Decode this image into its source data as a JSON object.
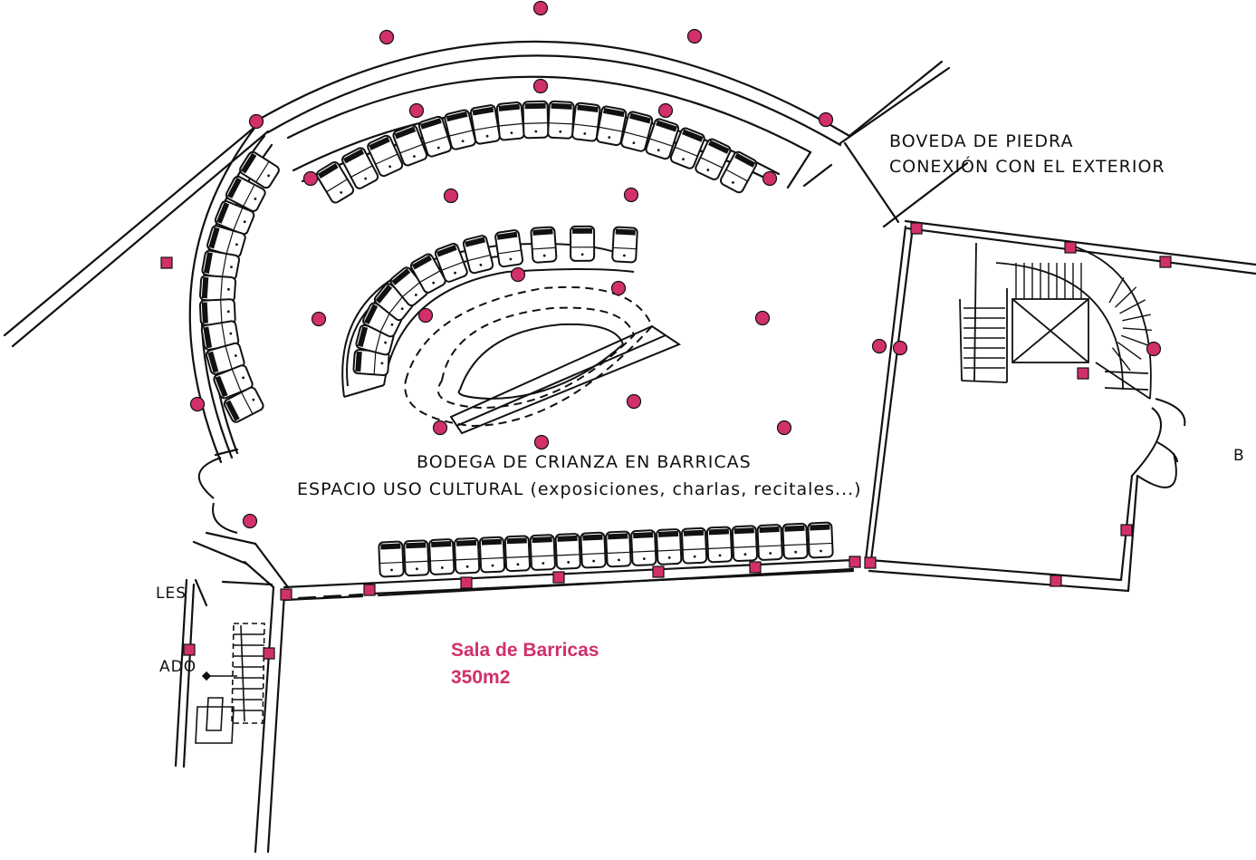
{
  "labels": {
    "boveda_line1": "BOVEDA DE PIEDRA",
    "boveda_line2": "CONEXIÓN CON EL EXTERIOR",
    "bodega_line1": "BODEGA DE CRIANZA EN BARRICAS",
    "bodega_line2": "ESPACIO USO CULTURAL (exposiciones, charlas, recitales...)",
    "edge_left_1": "LES",
    "edge_left_2": "ADO",
    "edge_right": "B",
    "sala_line1": "Sala de Barricas",
    "sala_line2": "350m2"
  },
  "colors": {
    "line": "#111111",
    "accent": "#d1306b",
    "background": "#ffffff"
  },
  "counts": {
    "outer_arc_barrels": 17,
    "left_arc_barrels": 11,
    "inner_arc_barrels": 12,
    "bottom_row_barrels": 18
  }
}
